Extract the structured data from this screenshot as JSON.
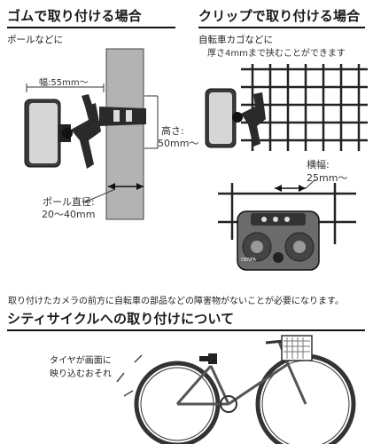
{
  "rubber": {
    "title": "ゴムで取り付ける場合",
    "subtitle": "ポールなどに",
    "width_label": "幅:55mm〜",
    "height_label": "高さ:",
    "height_value": "50mm〜",
    "pole_label": "ポール直径:",
    "pole_value": "20〜40mm"
  },
  "clip": {
    "title": "クリップで取り付ける場合",
    "subtitle": "自転車カゴなどに",
    "subnote": "厚さ4mmまで挟むことができます",
    "width_label": "横幅:",
    "width_value": "25mm〜"
  },
  "note": "取り付けたカメラの前方に自転車の部品などの障害物がないことが必要になります。",
  "city": {
    "title": "シティサイクルへの取り付けについて",
    "callout_line1": "タイヤが画面に",
    "callout_line2": "映り込むおそれ"
  },
  "camera_brand": "DENPA",
  "colors": {
    "ink": "#1a1a1a",
    "pole": "#b3b3b3",
    "device": "#6b6b6b"
  }
}
